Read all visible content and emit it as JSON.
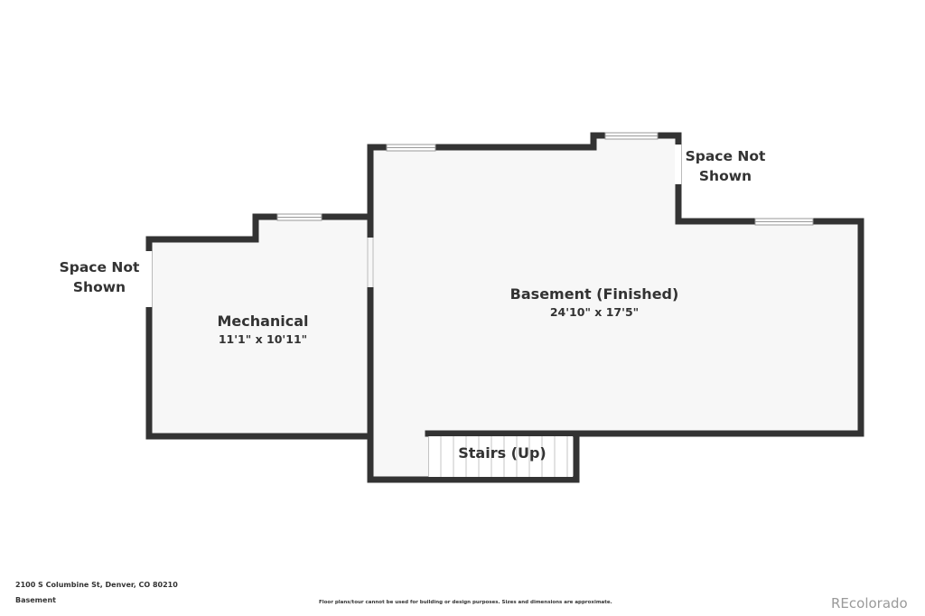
{
  "rooms": {
    "basement": {
      "name": "Basement (Finished)",
      "dimensions": "24'10\" x 17'5\""
    },
    "mechanical": {
      "name": "Mechanical",
      "dimensions": "11'1\" x 10'11\""
    },
    "stairs": {
      "name": "Stairs (Up)"
    }
  },
  "space_not_shown": {
    "left": {
      "line1": "Space Not",
      "line2": "Shown"
    },
    "right": {
      "line1": "Space Not",
      "line2": "Shown"
    }
  },
  "footer": {
    "address": "2100 S Columbine St, Denver, CO 80210",
    "level": "Basement",
    "disclaimer": "Floor plans/tour cannot be used for building or design purposes. Sizes and dimensions are approximate.",
    "brand": "REcolorado"
  },
  "colors": {
    "wall": "#333333",
    "floor": "#f7f7f7",
    "window_stroke": "#aaaaaa",
    "text": "#333333"
  }
}
